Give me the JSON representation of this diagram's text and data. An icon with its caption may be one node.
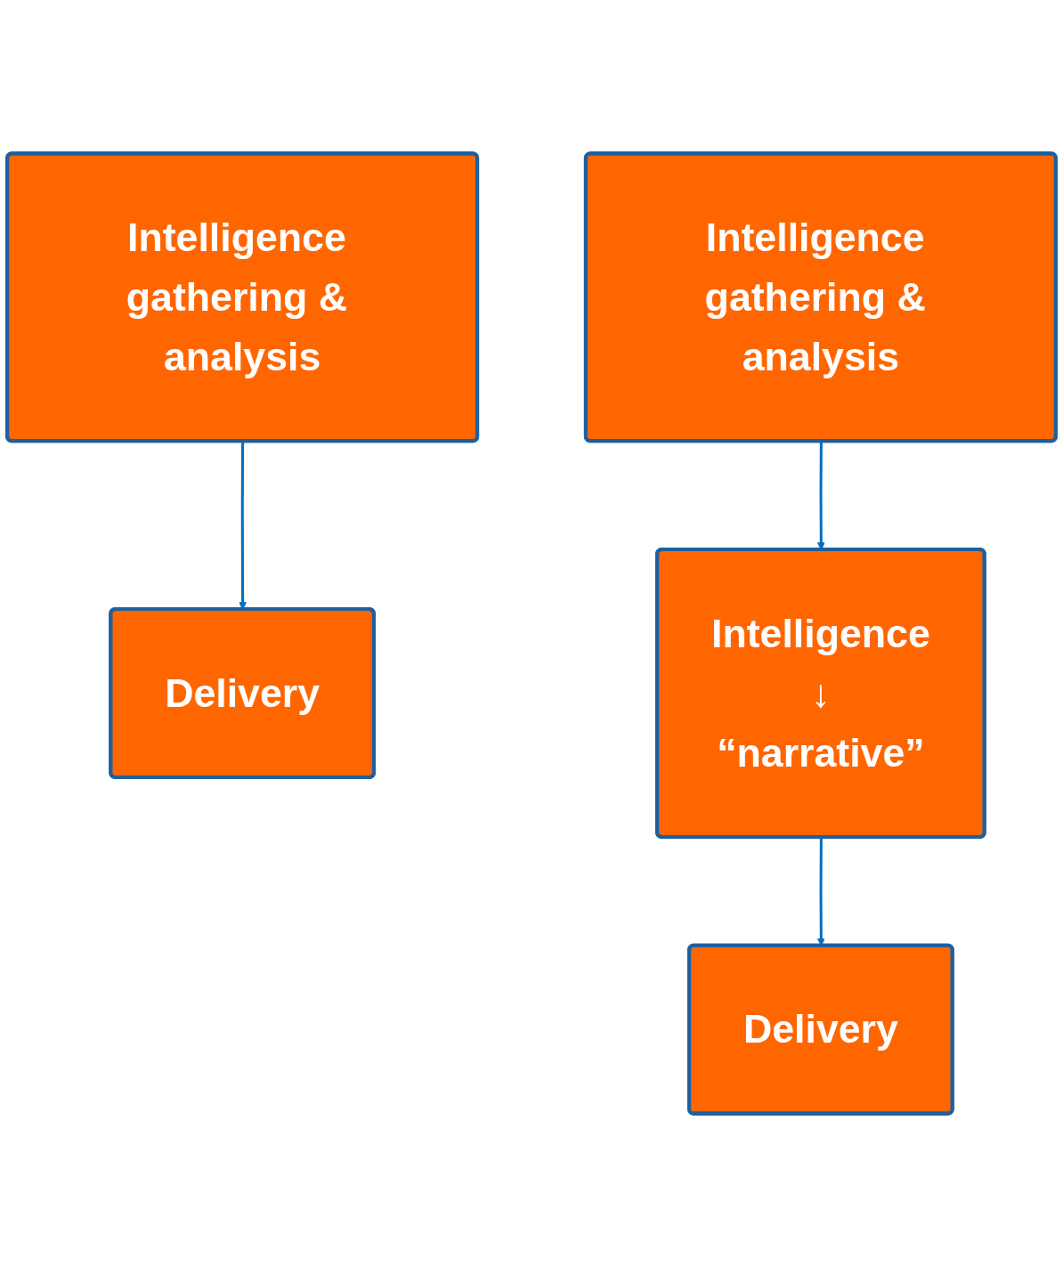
{
  "diagram": {
    "nodes": [
      {
        "text": [
          "Intelligence gathering & analysis"
        ]
      },
      {
        "text": [
          "Delivery"
        ]
      },
      {
        "text": [
          "Intelligence gathering & analysis"
        ]
      },
      {
        "text": [
          "Intelligence",
          "↓",
          "“narrative”"
        ]
      },
      {
        "text": [
          "Delivery"
        ]
      }
    ],
    "edges": [
      {
        "from": 0,
        "to": 1,
        "arrow": "to"
      },
      {
        "from": 2,
        "to": 3,
        "arrow": "to"
      },
      {
        "from": 3,
        "to": 4,
        "arrow": "to"
      }
    ]
  }
}
